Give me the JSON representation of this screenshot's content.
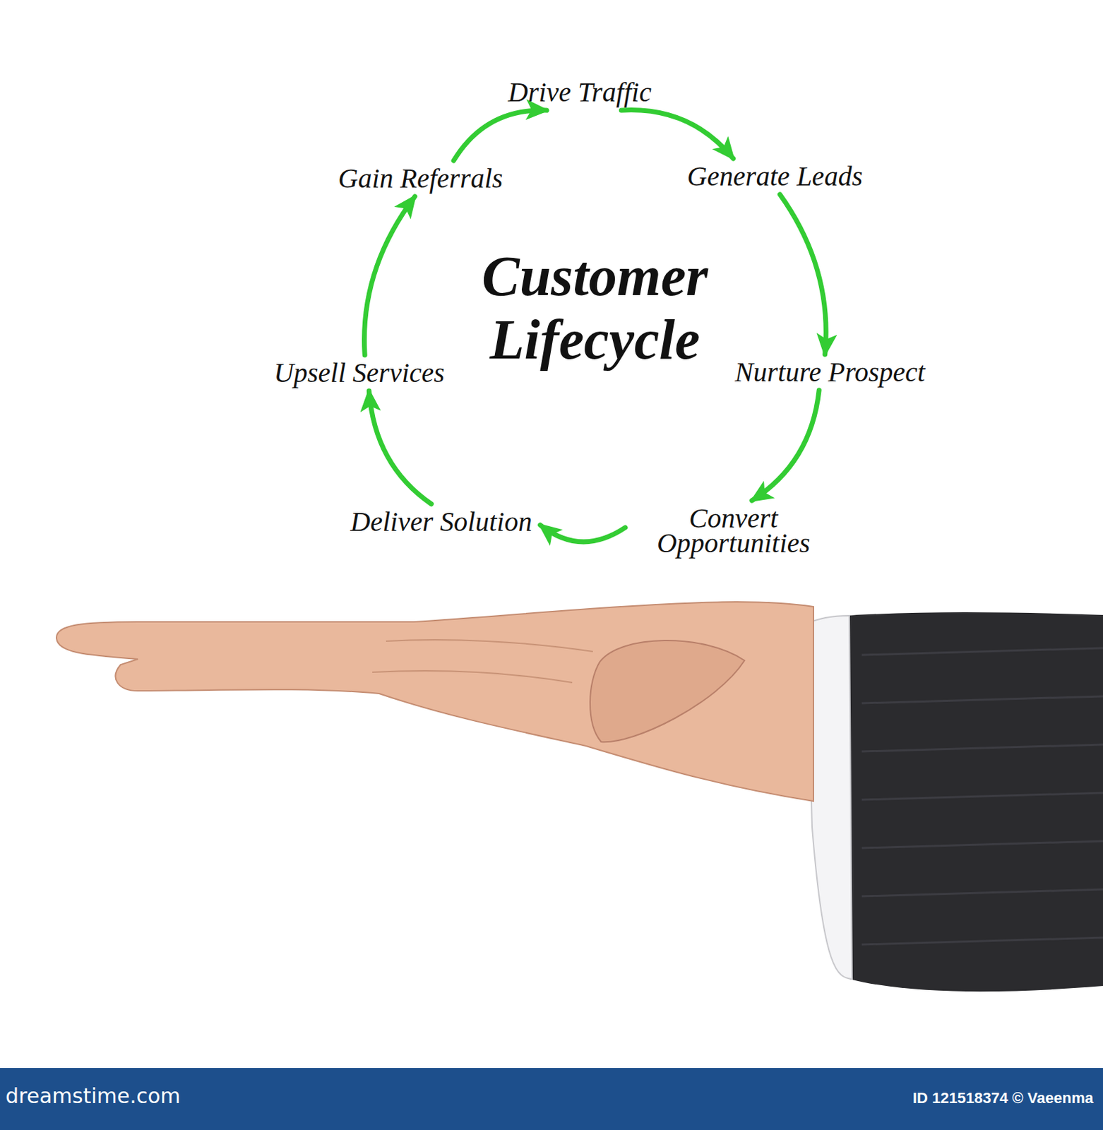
{
  "diagram": {
    "title": "Customer Lifecycle",
    "nodes": [
      {
        "text": [
          "Drive Traffic"
        ]
      },
      {
        "text": [
          "Generate Leads"
        ]
      },
      {
        "text": [
          "Nurture Prospect"
        ]
      },
      {
        "text": [
          "Convert Opportunities"
        ]
      },
      {
        "text": [
          "Deliver Solution"
        ]
      },
      {
        "text": [
          "Upsell Services"
        ]
      },
      {
        "text": [
          "Gain Referrals"
        ]
      }
    ],
    "edges": [
      {
        "from": 0,
        "to": 1,
        "arrow": "to"
      },
      {
        "from": 1,
        "to": 2,
        "arrow": "to"
      },
      {
        "from": 2,
        "to": 3,
        "arrow": "to"
      },
      {
        "from": 3,
        "to": 4,
        "arrow": "to"
      },
      {
        "from": 4,
        "to": 5,
        "arrow": "to"
      },
      {
        "from": 5,
        "to": 6,
        "arrow": "to"
      },
      {
        "from": 6,
        "to": 0,
        "arrow": "to"
      }
    ],
    "labels": [
      "dreamstime.com",
      "ID 121518374 © Vaeenma"
    ]
  }
}
